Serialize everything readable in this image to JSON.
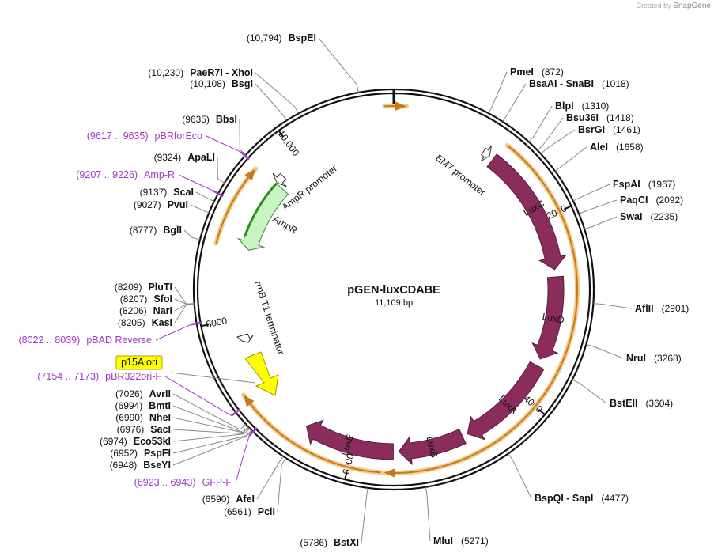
{
  "credit": {
    "prefix": "Created by",
    "brand": "SnapGene"
  },
  "plasmid": {
    "name": "pGEN-luxCDABE",
    "size_label": "11,109 bp",
    "length": 11109
  },
  "ticks": [
    {
      "pos": 2000,
      "label": "2000"
    },
    {
      "pos": 4000,
      "label": "4000"
    },
    {
      "pos": 6000,
      "label": "6000"
    },
    {
      "pos": 8000,
      "label": "8000"
    },
    {
      "pos": 10000,
      "label": "10,000"
    }
  ],
  "features": [
    {
      "id": "luxc",
      "label": "LuxC",
      "start": 1150,
      "end": 2560,
      "color": "#8b2d5c",
      "kind": "arrow"
    },
    {
      "id": "luxd",
      "label": "LuxD",
      "start": 2640,
      "end": 3560,
      "color": "#8b2d5c",
      "kind": "arrow"
    },
    {
      "id": "luxa",
      "label": "LuxA",
      "start": 3640,
      "end": 4720,
      "color": "#8b2d5c",
      "kind": "arrow"
    },
    {
      "id": "luxb",
      "label": "LuxB",
      "start": 4780,
      "end": 5500,
      "color": "#8b2d5c",
      "kind": "arrow"
    },
    {
      "id": "luxe",
      "label": "LuxE",
      "start": 5560,
      "end": 6560,
      "color": "#8b2d5c",
      "kind": "arrow"
    },
    {
      "id": "ampr",
      "label": "AmpR",
      "start": 8800,
      "end": 9630,
      "color": "#c9f5c4",
      "kind": "arrow-rev"
    },
    {
      "id": "ampr-promoter",
      "label": "AmpR promoter",
      "start": 9640,
      "end": 9740,
      "color": "#ffffff",
      "kind": "promoter-rev"
    },
    {
      "id": "em7-promoter",
      "label": "EM7 promoter",
      "start": 1020,
      "end": 1100,
      "color": "#ffffff",
      "kind": "promoter"
    },
    {
      "id": "rrnb",
      "label": "rrnB T1 terminator",
      "color": "#ffffff",
      "kind": "terminator"
    },
    {
      "id": "p15a",
      "label": "p15A ori",
      "color": "#ffff00",
      "kind": "ori"
    }
  ],
  "orfs": [
    {
      "start": 11020,
      "end": 11230
    },
    {
      "start": 1180,
      "end": 5650
    },
    {
      "start": 5680,
      "end": 7250
    },
    {
      "start": 8780,
      "end": 9600
    }
  ],
  "sites": [
    {
      "enzyme": "BspEI",
      "pos": "(10,794)",
      "loc": 10794
    },
    {
      "enzyme": "PaeR7I  - XhoI",
      "pos": "(10,230)",
      "loc": 10230
    },
    {
      "enzyme": "BsgI",
      "pos": "(10,108)",
      "loc": 10108
    },
    {
      "enzyme": "BbsI",
      "pos": "(9635)",
      "loc": 9635
    },
    {
      "enzyme": "ApaLI",
      "pos": "(9324)",
      "loc": 9324
    },
    {
      "enzyme": "ScaI",
      "pos": "(9137)",
      "loc": 9137
    },
    {
      "enzyme": "PvuI",
      "pos": "(9027)",
      "loc": 9027
    },
    {
      "enzyme": "BglI",
      "pos": "(8777)",
      "loc": 8777
    },
    {
      "enzyme": "PluTI",
      "pos": "(8209)",
      "loc": 8209
    },
    {
      "enzyme": "SfoI",
      "pos": "(8207)",
      "loc": 8207
    },
    {
      "enzyme": "NarI",
      "pos": "(8206)",
      "loc": 8206
    },
    {
      "enzyme": "KasI",
      "pos": "(8205)",
      "loc": 8205
    },
    {
      "enzyme": "AvrII",
      "pos": "(7026)",
      "loc": 7026
    },
    {
      "enzyme": "BmtI",
      "pos": "(6994)",
      "loc": 6994
    },
    {
      "enzyme": "NheI",
      "pos": "(6990)",
      "loc": 6990
    },
    {
      "enzyme": "SacI",
      "pos": "(6976)",
      "loc": 6976
    },
    {
      "enzyme": "Eco53kI",
      "pos": "(6974)",
      "loc": 6974
    },
    {
      "enzyme": "PspFI",
      "pos": "(6952)",
      "loc": 6952
    },
    {
      "enzyme": "BseYI",
      "pos": "(6948)",
      "loc": 6948
    },
    {
      "enzyme": "AfeI",
      "pos": "(6590)",
      "loc": 6590
    },
    {
      "enzyme": "PciI",
      "pos": "(6561)",
      "loc": 6561
    },
    {
      "enzyme": "BstXI",
      "pos": "(5786)",
      "loc": 5786
    },
    {
      "enzyme": "MluI",
      "pos": "(5271)",
      "loc": 5271
    },
    {
      "enzyme": "BspQI  - SapI",
      "pos": "(4477)",
      "loc": 4477
    },
    {
      "enzyme": "BstEII",
      "pos": "(3604)",
      "loc": 3604
    },
    {
      "enzyme": "NruI",
      "pos": "(3268)",
      "loc": 3268
    },
    {
      "enzyme": "AflII",
      "pos": "(2901)",
      "loc": 2901
    },
    {
      "enzyme": "SwaI",
      "pos": "(2235)",
      "loc": 2235
    },
    {
      "enzyme": "PaqCI",
      "pos": "(2092)",
      "loc": 2092
    },
    {
      "enzyme": "FspAI",
      "pos": "(1967)",
      "loc": 1967
    },
    {
      "enzyme": "AleI",
      "pos": "(1658)",
      "loc": 1658
    },
    {
      "enzyme": "BsrGI",
      "pos": "(1461)",
      "loc": 1461
    },
    {
      "enzyme": "Bsu36I",
      "pos": "(1418)",
      "loc": 1418
    },
    {
      "enzyme": "BlpI",
      "pos": "(1310)",
      "loc": 1310
    },
    {
      "enzyme": "BsaAI  - SnaBI",
      "pos": "(1018)",
      "loc": 1018
    },
    {
      "enzyme": "PmeI",
      "pos": "(872)",
      "loc": 872
    }
  ],
  "primers": [
    {
      "range": "(9617 .. 9635)",
      "name": "pBRforEco",
      "loc": 9626
    },
    {
      "range": "(9207 .. 9226)",
      "name": "Amp-R",
      "loc": 9216
    },
    {
      "range": "(8022 .. 8039)",
      "name": "pBAD Reverse",
      "loc": 8030
    },
    {
      "range": "(7154 .. 7173)",
      "name": "pBR322ori-F",
      "loc": 7163
    },
    {
      "range": "(6923 .. 6943)",
      "name": "GFP-F",
      "loc": 6933
    }
  ]
}
